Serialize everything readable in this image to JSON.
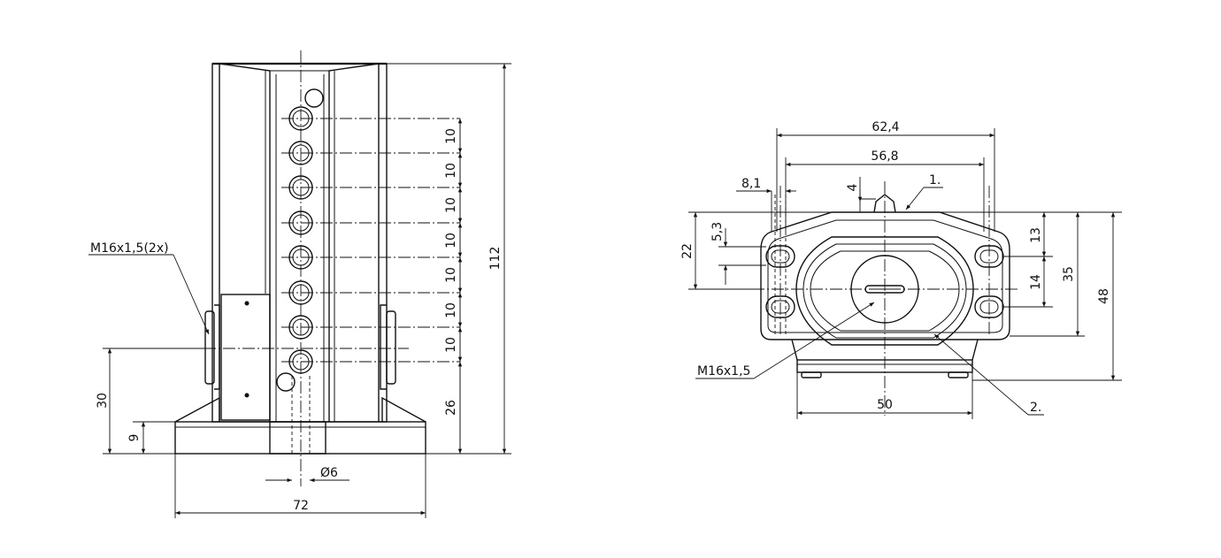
{
  "front_view": {
    "thread_label": "M16x1,5(2x)",
    "height_overall": "112",
    "pitch": "10",
    "bottom_to_hole": "26",
    "thread_height": "30",
    "base_height": "9",
    "hole_diameter": "Ø6",
    "width": "72"
  },
  "side_view": {
    "width_outer": "62,4",
    "width_inner": "56,8",
    "slot_width": "8,1",
    "top_offset": "4",
    "callout_1": "1.",
    "callout_2": "2.",
    "height_22": "22",
    "height_5_3": "5,3",
    "height_13": "13",
    "height_14": "14",
    "height_35": "35",
    "height_48": "48",
    "thread_label": "M16x1,5",
    "base_width": "50"
  }
}
